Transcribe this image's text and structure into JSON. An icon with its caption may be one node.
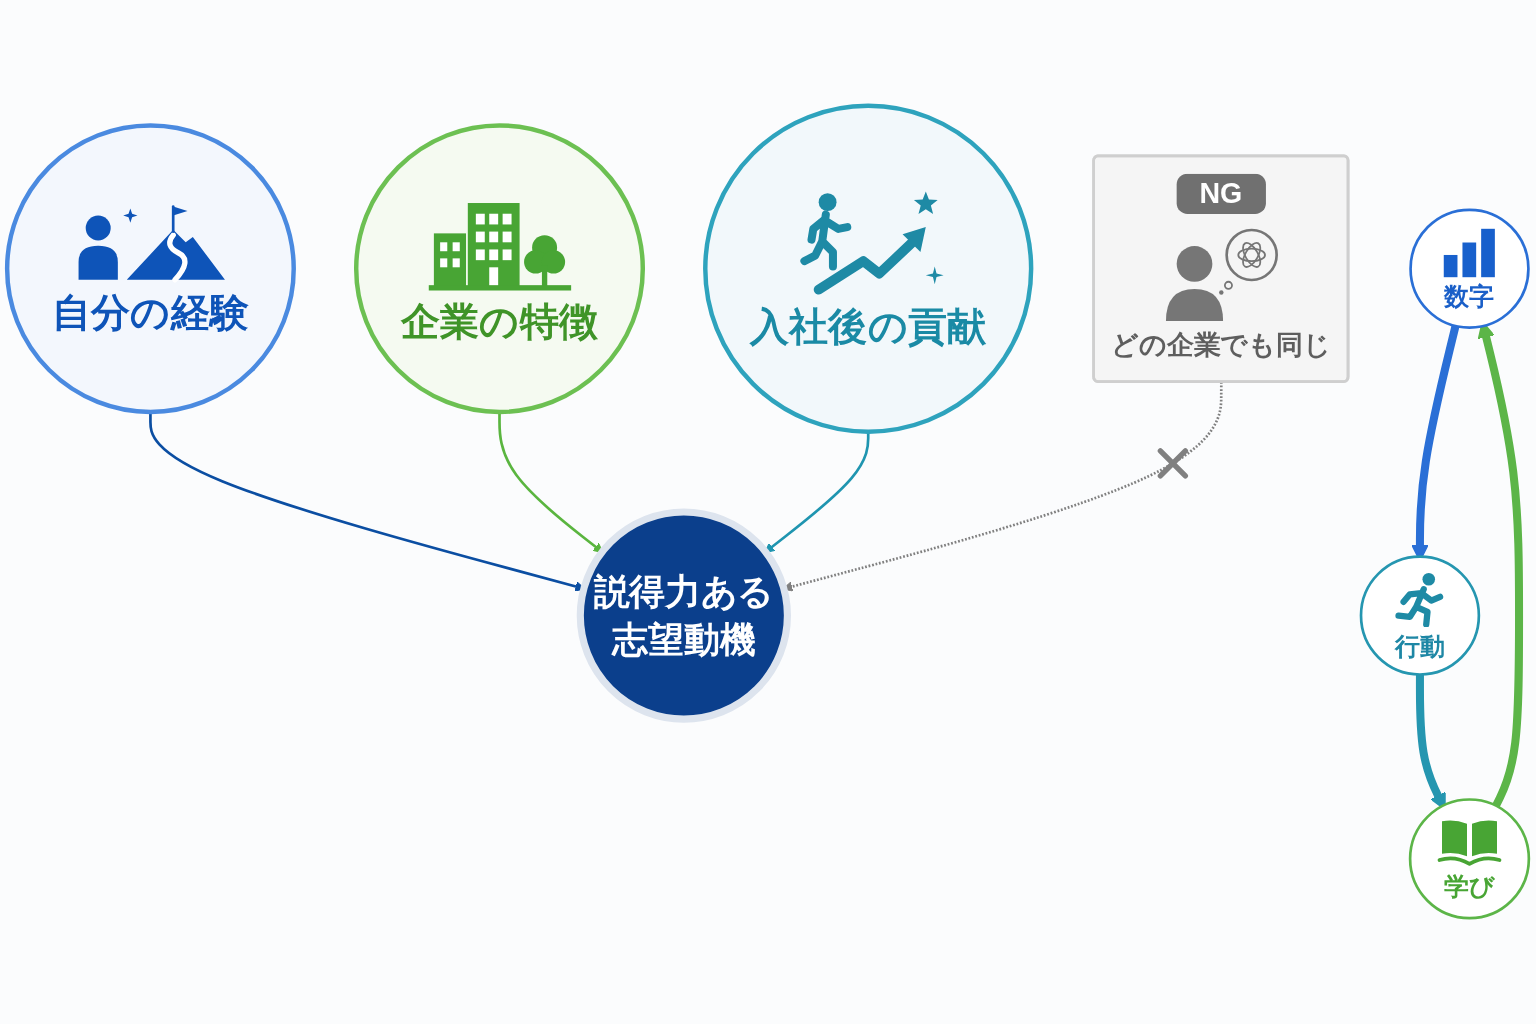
{
  "diagram": {
    "nodes": [
      {
        "text": [
          "数字"
        ]
      },
      {
        "text": [
          "行動"
        ]
      },
      {
        "text": [
          "学び"
        ]
      },
      {
        "text": [
          "自分の経験"
        ]
      },
      {
        "text": [
          "説得力ある志望動機"
        ]
      },
      {
        "text": [
          "企業の特徴"
        ]
      },
      {
        "text": [
          "入社後の貢献"
        ]
      },
      {
        "text": [
          "NG",
          "どの企業でも同じ"
        ]
      }
    ],
    "edges": [
      {
        "from": 0,
        "to": 1,
        "arrow": "to",
        "style": "thick",
        "color": "#2a6fd6"
      },
      {
        "from": 1,
        "to": 2,
        "arrow": "to",
        "style": "thick",
        "color": "#2596b0"
      },
      {
        "from": 2,
        "to": 0,
        "arrow": "to",
        "style": "thick",
        "color": "#5cb548"
      },
      {
        "from": 3,
        "to": 4,
        "arrow": "to",
        "color": "#0b4ea2"
      },
      {
        "from": 5,
        "to": 4,
        "arrow": "to",
        "color": "#5ab53f"
      },
      {
        "from": 6,
        "to": 4,
        "arrow": "to",
        "color": "#1f95b0"
      },
      {
        "from": 7,
        "to": 4,
        "arrow": "to",
        "style": "dashed",
        "color": "#808080"
      }
    ]
  }
}
